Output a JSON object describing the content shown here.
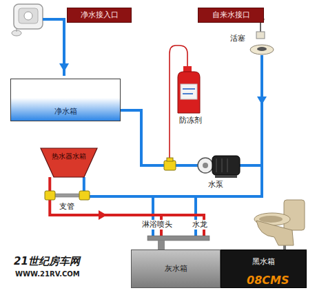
{
  "diagram": {
    "nodes": [
      {
        "text": [
          "净水接入口"
        ]
      },
      {
        "text": [
          "自来水接口"
        ]
      },
      {
        "text": [
          "净水箱"
        ]
      },
      {
        "text": [
          "热水器水箱"
        ]
      },
      {
        "text": [
          "灰水箱"
        ]
      },
      {
        "text": [
          "黑水箱"
        ]
      }
    ],
    "edges": [
      {
        "from": 2,
        "to": 3,
        "arrow": "none"
      },
      {
        "from": 3,
        "to": 4,
        "arrow": "none"
      }
    ],
    "labels": [
      "活塞",
      "防冻剂",
      "水泵",
      "支管",
      "淋浴喷头",
      "水龙",
      "21世纪房车网",
      "WWW.21RV.COM",
      "08CMS"
    ]
  }
}
